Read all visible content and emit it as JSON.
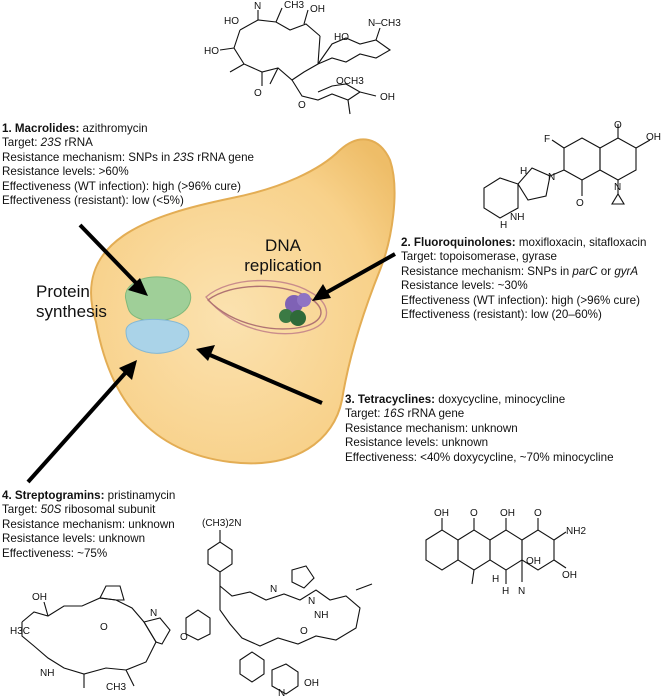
{
  "labels": {
    "dna_replication_line1": "DNA",
    "dna_replication_line2": "replication",
    "protein_synthesis_line1": "Protein",
    "protein_synthesis_line2": "synthesis"
  },
  "classes": [
    {
      "number_name": "1. Macrolides:",
      "drugs": " azithromycin",
      "target_prefix": "Target: ",
      "target_italic": "23S",
      "target_suffix": " rRNA",
      "mechanism_prefix": "Resistance mechanism: SNPs in ",
      "mechanism_italic": "23S",
      "mechanism_middle": " rRNA gene",
      "mechanism_italic2": "",
      "resistance_levels": "Resistance levels: >60%",
      "effectiveness_wt": "Effectiveness (WT infection): high (>96% cure)",
      "effectiveness_res": "Effectiveness (resistant): low (<5%)"
    },
    {
      "number_name": "2. Fluoroquinolones:",
      "drugs": " moxifloxacin, sitafloxacin",
      "target": "Target: topoisomerase, gyrase",
      "mechanism_prefix": "Resistance mechanism: SNPs in ",
      "mechanism_italic": "parC",
      "mechanism_middle": " or ",
      "mechanism_italic2": "gyrA",
      "resistance_levels": "Resistance levels: ~30%",
      "effectiveness_wt": "Effectiveness (WT infection): high (>96% cure)",
      "effectiveness_res": "Effectiveness (resistant): low (20–60%)"
    },
    {
      "number_name": "3. Tetracyclines:",
      "drugs": " doxycycline, minocycline",
      "target_prefix": "Target: ",
      "target_italic": "16S",
      "target_suffix": " rRNA gene",
      "mechanism": "Resistance mechanism: unknown",
      "resistance_levels": "Resistance levels: unknown",
      "effectiveness": "Effectiveness: <40% doxycycline, ~70% minocycline"
    },
    {
      "number_name": "4. Streptogramins:",
      "drugs": " pristinamycin",
      "target_prefix": "Target: ",
      "target_italic": "50S",
      "target_suffix": " ribosomal subunit",
      "mechanism": "Resistance mechanism: unknown",
      "resistance_levels": "Resistance levels: unknown",
      "effectiveness": "Effectiveness: ~75%"
    }
  ],
  "chem_atoms": {
    "oh": "OH",
    "ho": "HO",
    "h": "H",
    "o": "O",
    "n": "N",
    "f": "F",
    "nh": "NH",
    "nh2": "NH2",
    "ch3": "CH3",
    "och3": "OCH3",
    "h3c": "H3C",
    "n_ch3": "N–CH3",
    "ch3_2n": "(CH3)2N"
  },
  "colors": {
    "cell_fill": "#f8d18a",
    "cell_stroke": "#e6b35c",
    "ribosome_large": "#9fcf98",
    "ribosome_small": "#aad3e8",
    "dna_strand": "#c98c8c",
    "gyrase_purple": "#7f62b5",
    "gyrase_green": "#3b7a44",
    "arrow": "#000000"
  }
}
